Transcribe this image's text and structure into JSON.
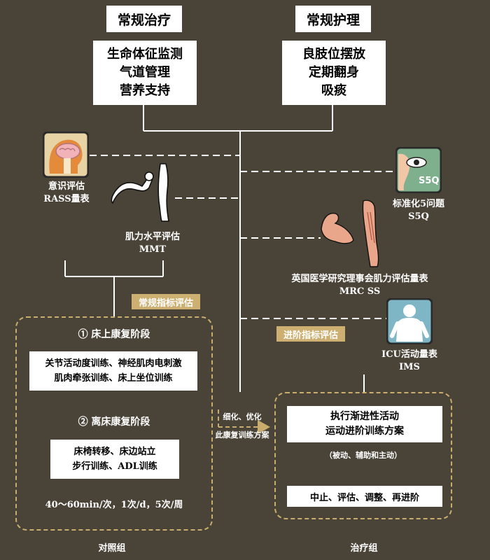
{
  "header_left": {
    "title": "常规治疗",
    "items": "生命体征监测\n气道管理\n营养支持"
  },
  "header_right": {
    "title": "常规护理",
    "items": "良肢位摆放\n定期翻身\n吸痰"
  },
  "assessments": {
    "rass": {
      "label": "意识评估",
      "sublabel": "RASS量表"
    },
    "mmt": {
      "label": "肌力水平评估",
      "sublabel": "MMT"
    },
    "s5q": {
      "label": "标准化5问题",
      "sublabel": "S5Q",
      "badge": "S5Q"
    },
    "mrc": {
      "label": "英国医学研究理事会肌力评估量表",
      "sublabel": "MRC SS"
    },
    "ims": {
      "label": "ICU活动量表",
      "sublabel": "IMS"
    }
  },
  "tags": {
    "routine": "常规指标评估",
    "advanced": "进阶指标评估"
  },
  "control": {
    "stage1": "① 床上康复阶段",
    "stage1_box": "关节活动度训练、神经肌肉电刺激\n肌肉牵张训练、床上坐位训练",
    "stage2": "② 离床康复阶段",
    "stage2_box": "床椅转移、床边站立\n步行训练、ADL训练",
    "frequency": "40～60min/次，1次/d，5次/周",
    "group_label": "对照组"
  },
  "arrow_text": "细化、优化\n此康复训练方案",
  "treatment": {
    "plan_box": "执行渐进性活动\n运动进阶训练方案",
    "modes": "（被动、辅助和主动）",
    "actions": "中止、评估、调整、再进阶",
    "group_label": "治疗组"
  },
  "colors": {
    "background": "#4a4338",
    "accent": "#c9ad6c",
    "tag": "#cdb071"
  }
}
